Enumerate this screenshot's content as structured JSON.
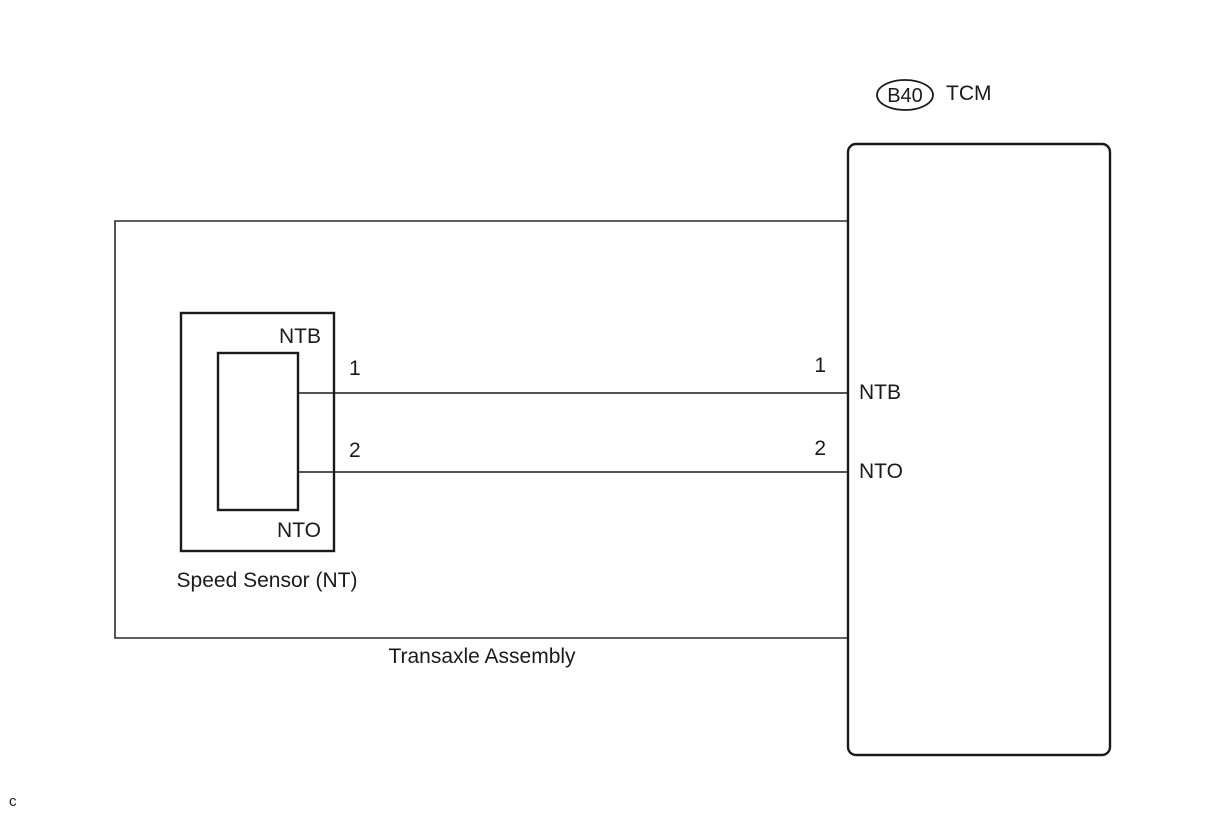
{
  "tcm": {
    "connector_code": "B40",
    "label": "TCM",
    "pins": [
      {
        "number": "1",
        "name": "NTB"
      },
      {
        "number": "2",
        "name": "NTO"
      }
    ]
  },
  "transaxle": {
    "label": "Transaxle Assembly"
  },
  "sensor": {
    "label": "Speed Sensor (NT)",
    "terminals": [
      {
        "number": "1",
        "name": "NTB"
      },
      {
        "number": "2",
        "name": "NTO"
      }
    ]
  },
  "corner_mark": "c"
}
